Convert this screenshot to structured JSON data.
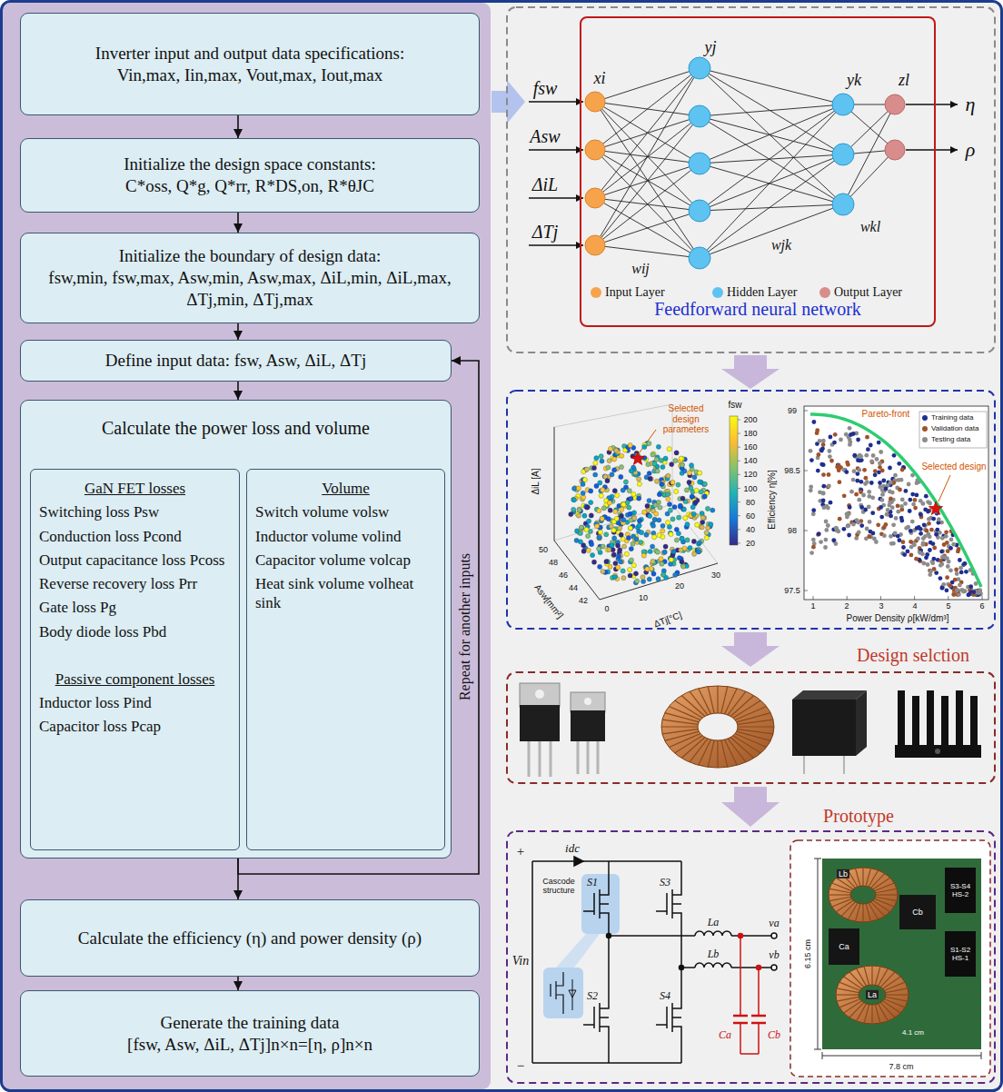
{
  "diagram": {
    "nodes": [
      {
        "text": [
          "Inverter input and output data specifications:",
          "Vin,max, Iin,max, Vout,max, Iout,max"
        ]
      },
      {
        "text": [
          "Initialize the design space constants:",
          "C*oss, Q*g, Q*rr, R*DS,on, R*θJC"
        ]
      },
      {
        "text": [
          "Initialize the boundary of design data:",
          "fsw,min, fsw,max, Asw,min, Asw,max, ΔiL,min, ΔiL,max, ΔTj,min, ΔTj,max"
        ]
      },
      {
        "text": [
          "Define input data: fsw, Asw, ΔiL, ΔTj"
        ]
      },
      {
        "text": [
          "Calculate the power loss and volume"
        ]
      },
      {
        "text": [
          "GaN FET losses",
          "Switching loss Psw",
          "Conduction loss Pcond",
          "Output capacitance loss Pcoss",
          "Reverse recovery loss Prr",
          "Gate loss Pg",
          "Body diode loss Pbd",
          "Passive component losses",
          "Inductor loss Pind",
          "Capacitor loss Pcap"
        ],
        "in": 4
      },
      {
        "text": [
          "Volume",
          "Switch volume volsw",
          "Inductor volume volind",
          "Capacitor volume volcap",
          "Heat sink volume volheat sink"
        ],
        "in": 4
      },
      {
        "text": [
          "Calculate the efficiency (η) and power density (ρ)"
        ]
      },
      {
        "text": [
          "Generate the training data",
          "[fsw, Asw, ΔiL, ΔTj]n×n=[η, ρ]n×n"
        ]
      },
      {
        "text": [
          "Feedforward neural network"
        ]
      }
    ],
    "edges": [
      {
        "from": 0,
        "to": 1,
        "arrow": "to"
      },
      {
        "from": 1,
        "to": 2,
        "arrow": "to"
      },
      {
        "from": 2,
        "to": 3,
        "arrow": "to"
      },
      {
        "from": 3,
        "to": 4,
        "arrow": "to"
      },
      {
        "from": 4,
        "to": 7,
        "arrow": "to"
      },
      {
        "from": 7,
        "to": 8,
        "arrow": "to"
      },
      {
        "from": 4,
        "to": 3,
        "label": "Repeat for another inputs",
        "arrow": "to"
      }
    ],
    "labels": [
      "fsw",
      "Asw",
      "ΔiL",
      "ΔTj",
      "xi",
      "yj",
      "yk",
      "zl",
      "η",
      "ρ",
      "wij",
      "wjk",
      "wkl",
      "Selected design parameters",
      "fsw",
      "200",
      "180",
      "160",
      "140",
      "120",
      "100",
      "80",
      "60",
      "40",
      "20",
      "ΔiL [A]",
      "50",
      "48",
      "46",
      "44",
      "42",
      "Asw[mm²]",
      "ΔTj[°C]",
      "0",
      "10",
      "20",
      "30",
      "99",
      "98.5",
      "98",
      "97.5",
      "Efficiency η[%]",
      "1",
      "2",
      "3",
      "4",
      "5",
      "6",
      "Power Density ρ[kW/dm³]",
      "Pareto-front",
      "Selected design",
      "Design selction",
      "Prototype",
      "+",
      "−",
      "Vin",
      "idc",
      "Cascode structure",
      "S1",
      "S3",
      "S2",
      "S4",
      "La",
      "Lb",
      "va",
      "vb",
      "Ca",
      "Cb",
      "6.15 cm",
      "7.8 cm",
      "4.1 cm",
      "Lb",
      "La",
      "Cb",
      "Ca",
      "S3-S4 HS-2",
      "S1-S2 HS-1"
    ],
    "legend": [
      {
        "text": "Input Layer",
        "color": "#f6a34b"
      },
      {
        "text": "Hidden Layer",
        "color": "#5ec3f0"
      },
      {
        "text": "Output Layer",
        "color": "#d98c8c"
      },
      {
        "text": "Training data",
        "color": "#1f2f8f"
      },
      {
        "text": "Validation data",
        "color": "#a0522d"
      },
      {
        "text": "Testing data",
        "color": "#8c8c8c"
      }
    ]
  }
}
